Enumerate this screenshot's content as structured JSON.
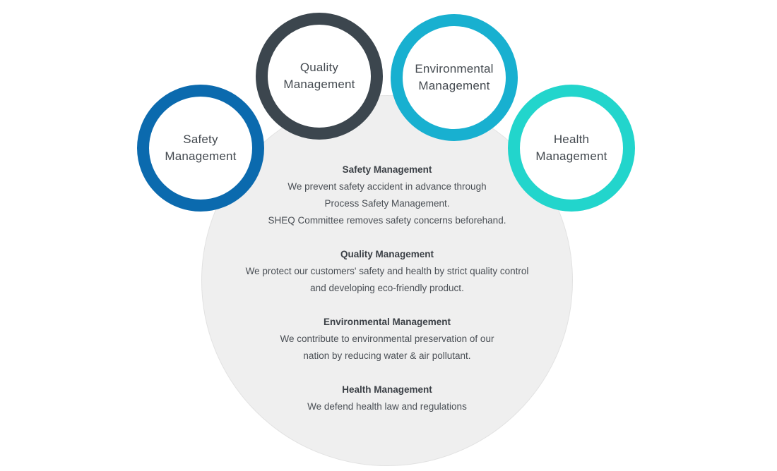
{
  "colors": {
    "safety": "#0b6aae",
    "quality": "#3c464e",
    "environmental": "#18b0d0",
    "health": "#22d5cc",
    "center_fill": "#efefef"
  },
  "rings": {
    "safety": "Safety\nManagement",
    "quality": "Quality\nManagement",
    "environmental": "Environmental\nManagement",
    "health": "Health\nManagement"
  },
  "descriptions": {
    "safety": {
      "title": "Safety Management",
      "lines": [
        "We prevent safety accident in advance through",
        "Process Safety Management.",
        "SHEQ Committee removes safety concerns beforehand."
      ]
    },
    "quality": {
      "title": "Quality Management",
      "lines": [
        "We protect our customers' safety and health by strict quality control",
        "and developing eco-friendly product."
      ]
    },
    "environmental": {
      "title": "Environmental Management",
      "lines": [
        "We contribute to environmental preservation of our",
        "nation by reducing water & air pollutant."
      ]
    },
    "health": {
      "title": "Health Management",
      "lines": [
        "We defend health law and regulations"
      ]
    }
  }
}
